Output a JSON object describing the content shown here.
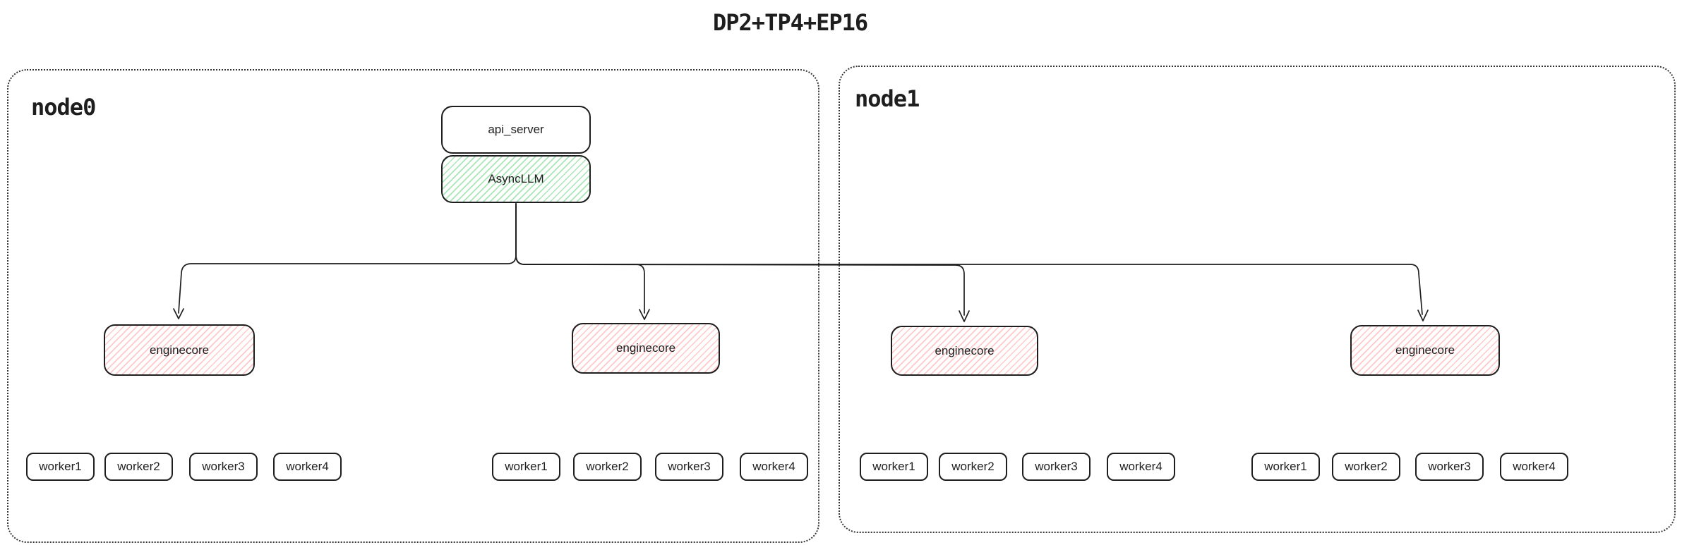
{
  "title": "DP2+TP4+EP16",
  "nodes": [
    {
      "label": "node0"
    },
    {
      "label": "node1"
    }
  ],
  "api_stack": {
    "api_server_label": "api_server",
    "asyncllm_label": "AsyncLLM"
  },
  "enginecores": [
    {
      "label": "enginecore"
    },
    {
      "label": "enginecore"
    },
    {
      "label": "enginecore"
    },
    {
      "label": "enginecore"
    }
  ],
  "worker_groups": [
    {
      "workers": [
        "worker1",
        "worker2",
        "worker3",
        "worker4"
      ]
    },
    {
      "workers": [
        "worker1",
        "worker2",
        "worker3",
        "worker4"
      ]
    },
    {
      "workers": [
        "worker1",
        "worker2",
        "worker3",
        "worker4"
      ]
    },
    {
      "workers": [
        "worker1",
        "worker2",
        "worker3",
        "worker4"
      ]
    }
  ],
  "colors": {
    "stroke": "#1e1e1e",
    "green_hatch": "#a8e6b6",
    "red_hatch": "#ffc9c9",
    "background": "#ffffff"
  }
}
